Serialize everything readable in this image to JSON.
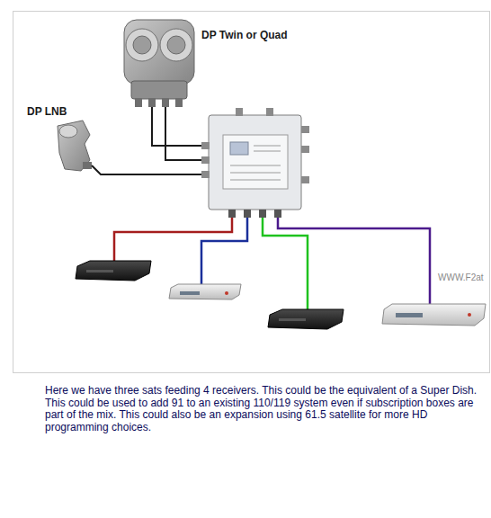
{
  "diagram": {
    "caption": "Here we have three sats feeding 4 receivers. This could be the equivalent of a Super Dish. This could be used to add 91 to an existing 110/119 system even if subscription boxes are part of the mix. This could also be an expansion using 61.5 satellite for more HD programming choices.",
    "nodes": [
      {
        "text": [
          "DP Twin or Quad"
        ]
      },
      {
        "text": [
          "DP LNB"
        ]
      }
    ],
    "labels": [
      "WWW.F2at"
    ]
  }
}
